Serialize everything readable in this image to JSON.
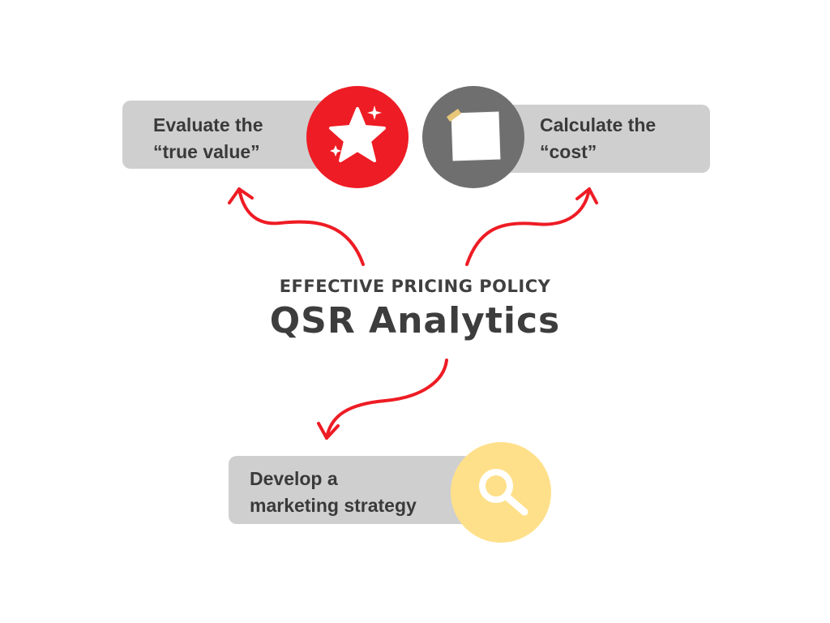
{
  "colors": {
    "card_bg": "#cfcfcf",
    "accent_red": "#ee1c24",
    "dark_gray": "#6f6f6f",
    "yellow": "#ffe08a",
    "text": "#3a3a3a"
  },
  "center": {
    "subtitle": "EFFECTIVE PRICING POLICY",
    "title": "QSR Analytics"
  },
  "nodes": [
    {
      "line1": "Evaluate the",
      "line2": "“true value”",
      "icon": "star-sparkle-icon"
    },
    {
      "line1": "Calculate the",
      "line2": "“cost”",
      "icon": "sticky-note-icon"
    },
    {
      "line1": "Develop a",
      "line2": "marketing strategy",
      "icon": "magnifier-icon"
    }
  ]
}
